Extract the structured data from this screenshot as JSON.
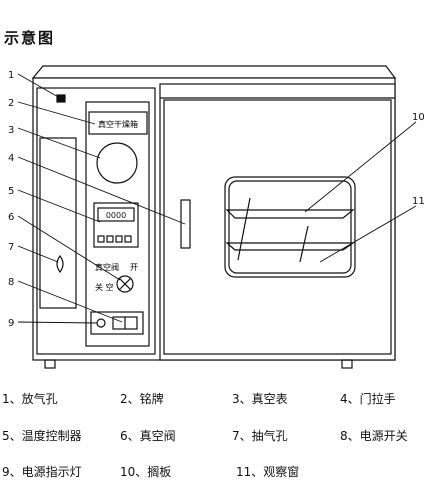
{
  "title": "示意图",
  "panel": {
    "nameplate_text": "真空干燥箱",
    "controller_digits": "0000",
    "valve_label_left": "真空阀",
    "valve_label_right": "开",
    "valve_label_bottom": "关  空"
  },
  "callouts": [
    {
      "num": "1"
    },
    {
      "num": "2"
    },
    {
      "num": "3"
    },
    {
      "num": "4"
    },
    {
      "num": "5"
    },
    {
      "num": "6"
    },
    {
      "num": "7"
    },
    {
      "num": "8"
    },
    {
      "num": "9"
    },
    {
      "num": "10"
    },
    {
      "num": "11"
    }
  ],
  "legend": [
    {
      "text": "1、放气孔"
    },
    {
      "text": "2、铭牌"
    },
    {
      "text": "3、真空表"
    },
    {
      "text": "4、门拉手"
    },
    {
      "text": "5、温度控制器"
    },
    {
      "text": "6、真空阀"
    },
    {
      "text": "7、抽气孔"
    },
    {
      "text": "8、电源开关"
    },
    {
      "text": "9、电源指示灯"
    },
    {
      "text": "10、搁板"
    },
    {
      "text": "11、观察窗"
    }
  ]
}
